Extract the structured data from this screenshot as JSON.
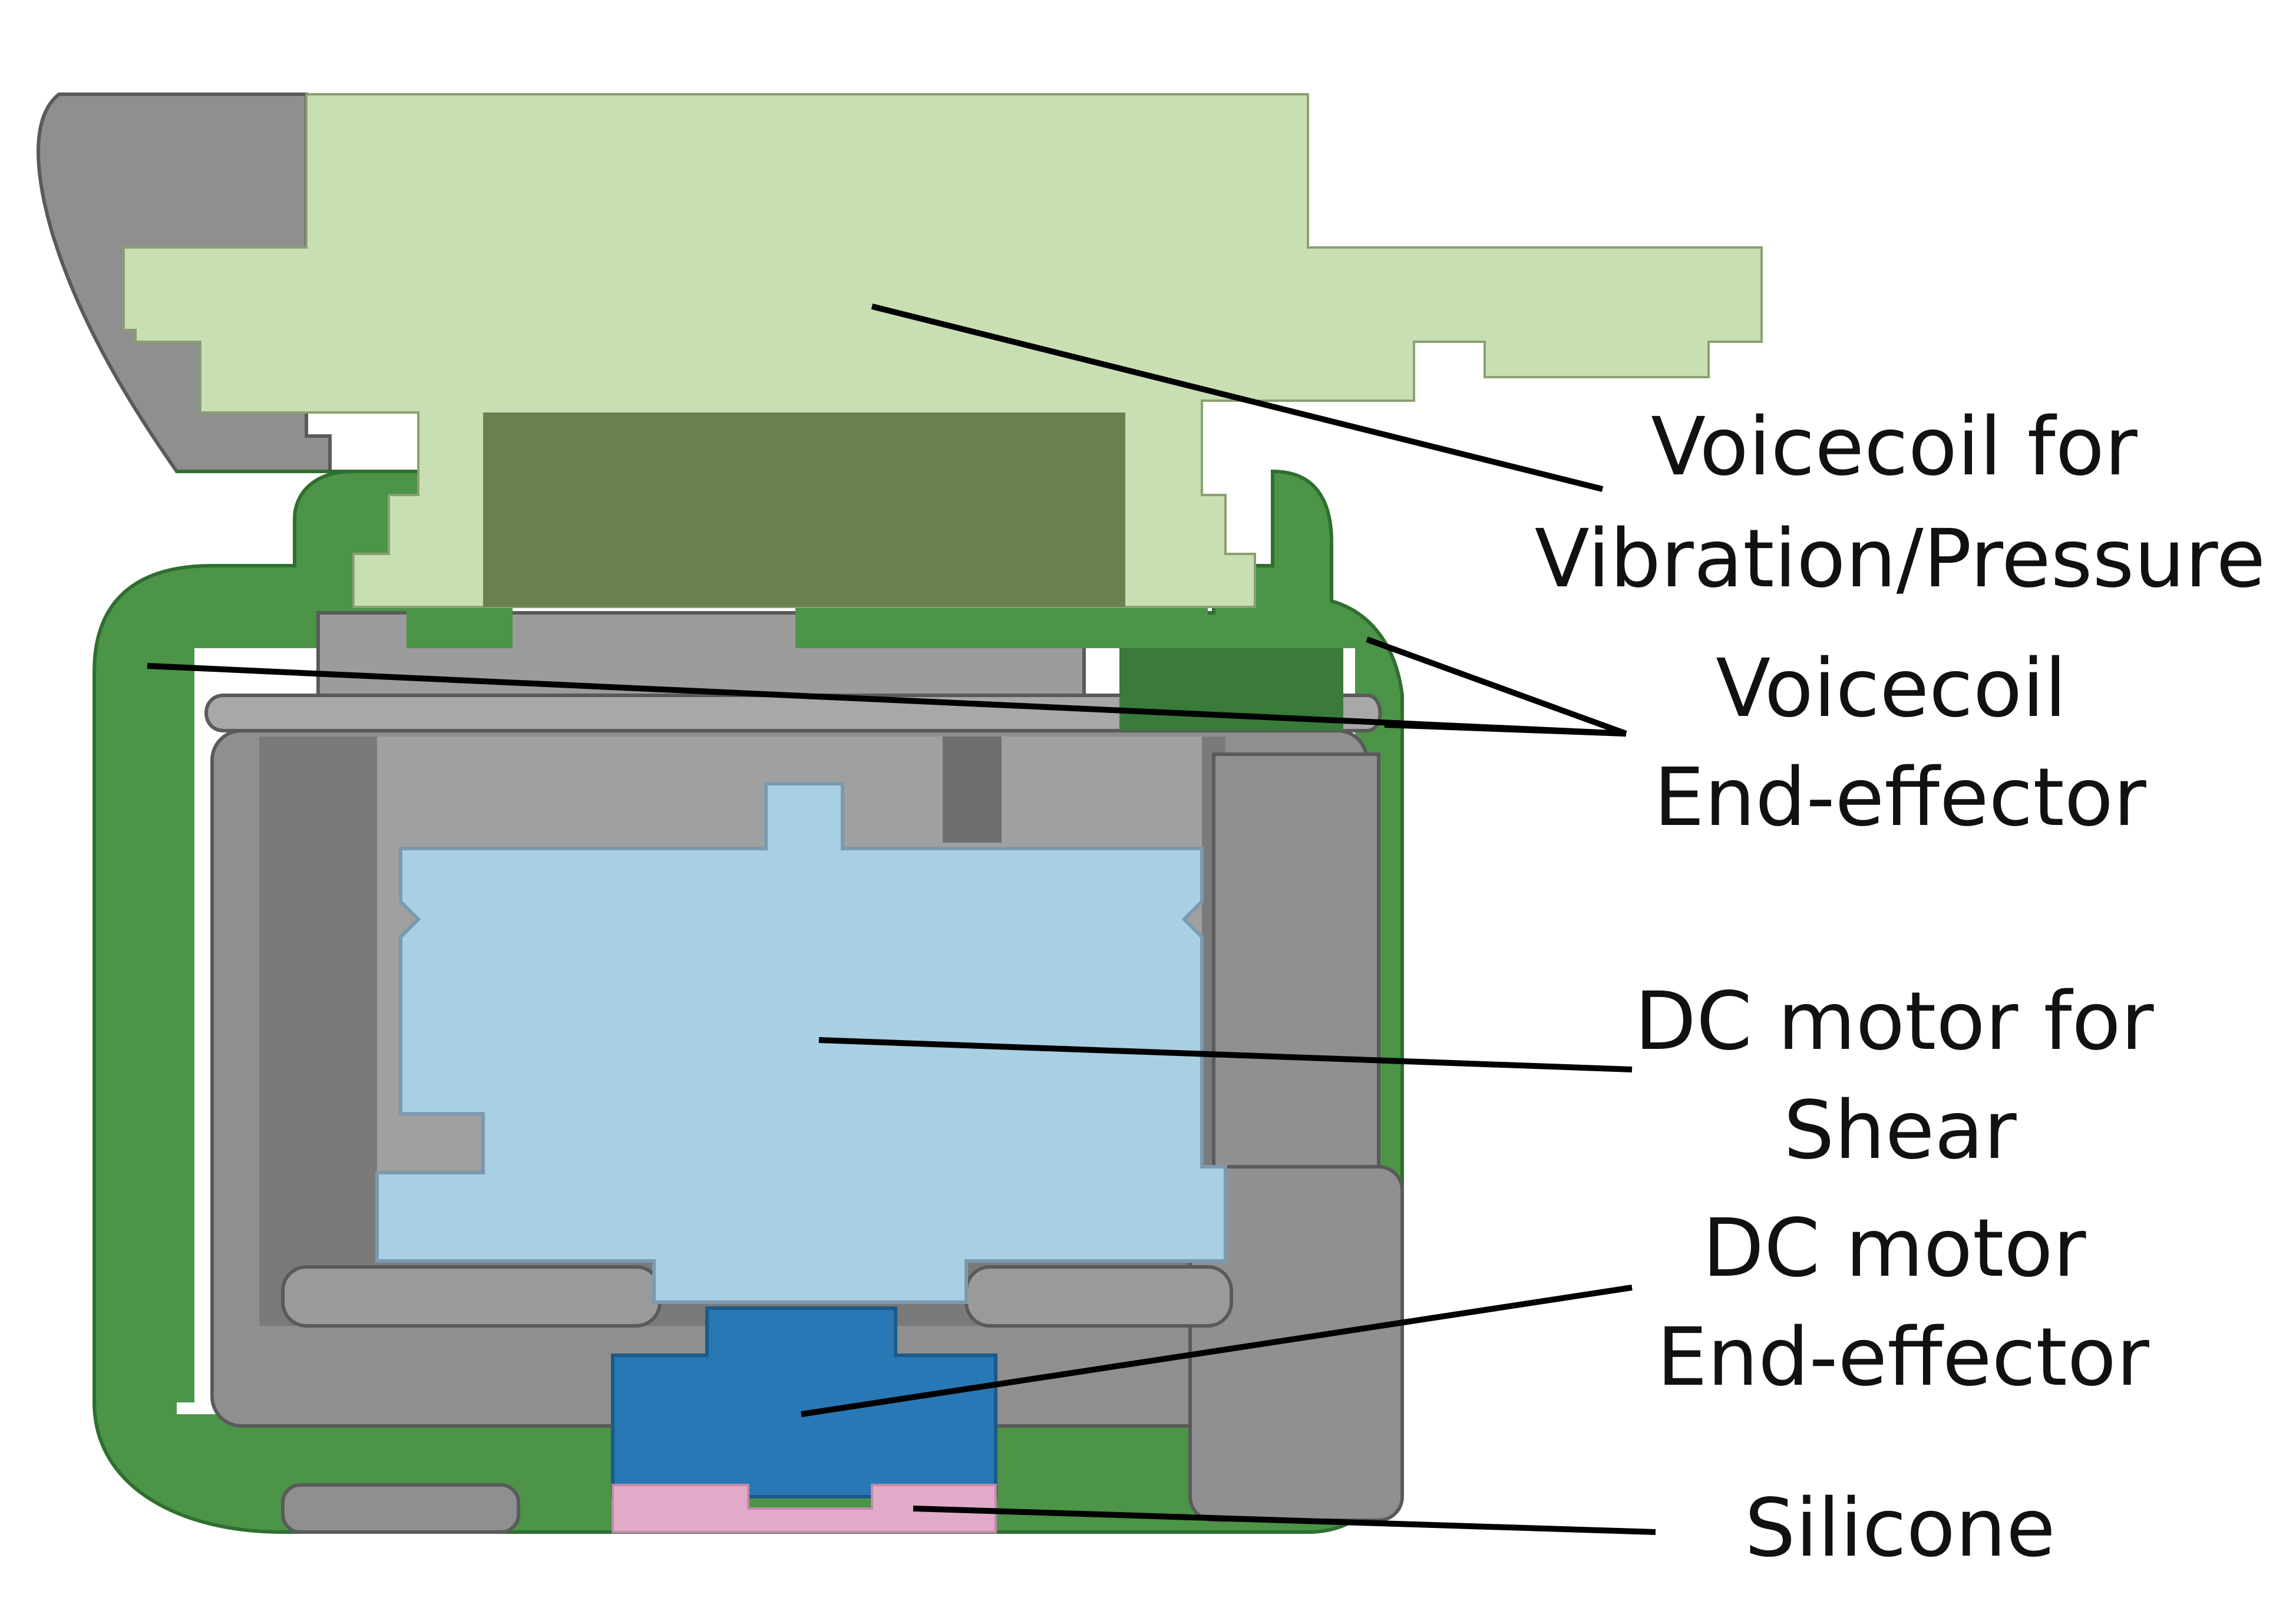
{
  "labels": {
    "voicecoil_for": {
      "line1": "Voicecoil for",
      "line2": "Vibration/Pressure"
    },
    "voicecoil_end_effector": {
      "line1": "Voicecoil",
      "line2": "End-effector"
    },
    "dc_motor_for": {
      "line1": "DC motor for",
      "line2": "Shear"
    },
    "dc_motor_end_effector": {
      "line1": "DC motor",
      "line2": "End-effector"
    },
    "silicone": {
      "line1": "Silicone"
    }
  },
  "colors": {
    "voicecoil": "#c8dfb4",
    "voicecoil_core": "#6a804f",
    "housing_green": "#4b9448",
    "housing_green_dark": "#3a7a3a",
    "frame_gray": "#8f8f8f",
    "frame_gray_light": "#a8a8a8",
    "frame_gray_dark": "#6e6e6e",
    "dc_motor": "#a8cfe2",
    "dc_end_effector": "#2878b5",
    "silicone": "#e0aac8",
    "leader_line": "#000000"
  }
}
